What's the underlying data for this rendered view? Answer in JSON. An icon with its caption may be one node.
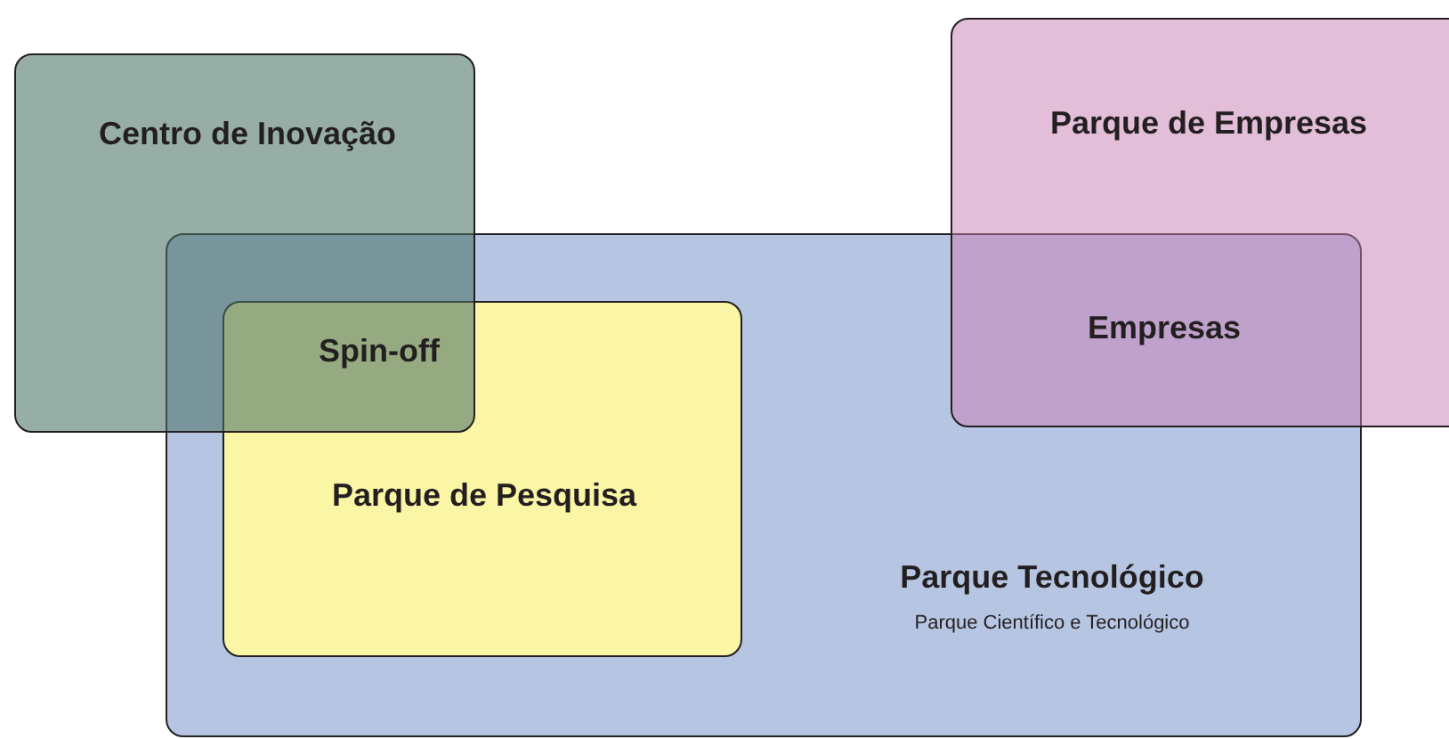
{
  "diagram": {
    "nodes": [
      {
        "text": [
          "Centro de Inovação"
        ]
      },
      {
        "text": [
          "Parque de Empresas"
        ]
      },
      {
        "text": [
          "Parque Tecnológico",
          "Parque Científico e Tecnológico"
        ]
      },
      {
        "text": [
          "Parque de Pesquisa"
        ],
        "in": 2
      }
    ],
    "labels": [
      "Spin-off",
      "Empresas"
    ]
  }
}
